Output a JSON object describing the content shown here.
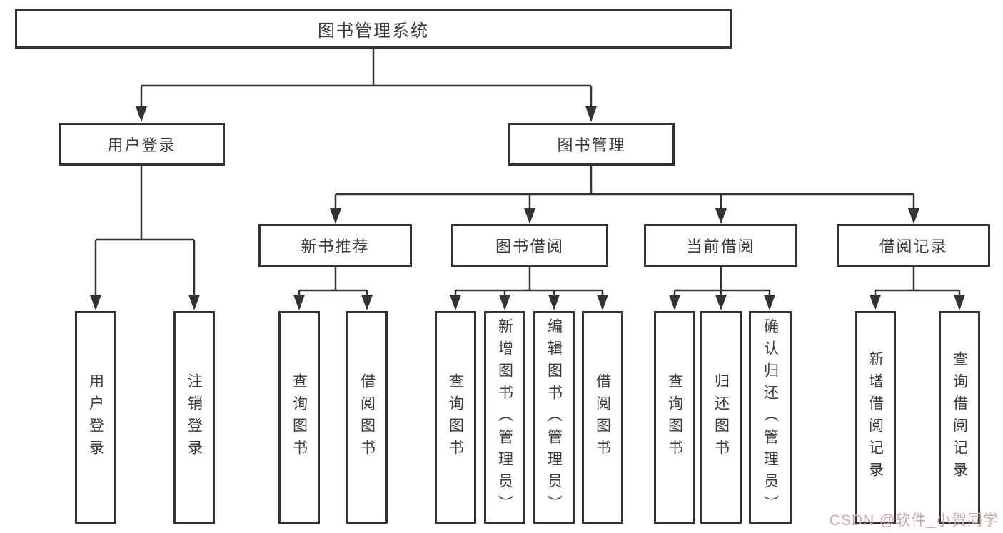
{
  "tree": {
    "label": "图书管理系统",
    "children": [
      {
        "label": "用户登录",
        "children": [
          {
            "label": "用户登录"
          },
          {
            "label": "注销登录"
          }
        ]
      },
      {
        "label": "图书管理",
        "children": [
          {
            "label": "新书推荐",
            "children": [
              {
                "label": "查询图书"
              },
              {
                "label": "借阅图书"
              }
            ]
          },
          {
            "label": "图书借阅",
            "children": [
              {
                "label": "查询图书"
              },
              {
                "label": "新增图书（管理员）"
              },
              {
                "label": "编辑图书（管理员）"
              },
              {
                "label": "借阅图书"
              }
            ]
          },
          {
            "label": "当前借阅",
            "children": [
              {
                "label": "查询图书"
              },
              {
                "label": "归还图书"
              },
              {
                "label": "确认归还（管理员）"
              }
            ]
          },
          {
            "label": "借阅记录",
            "children": [
              {
                "label": "新增借阅记录"
              },
              {
                "label": "查询借阅记录"
              }
            ]
          }
        ]
      }
    ]
  },
  "watermark": {
    "text": "CSDN @软件_小贺同学"
  },
  "colors": {
    "line": "#333333",
    "text": "#3c3c3c",
    "watermark": "#d5a6a6",
    "background": "#ffffff"
  }
}
